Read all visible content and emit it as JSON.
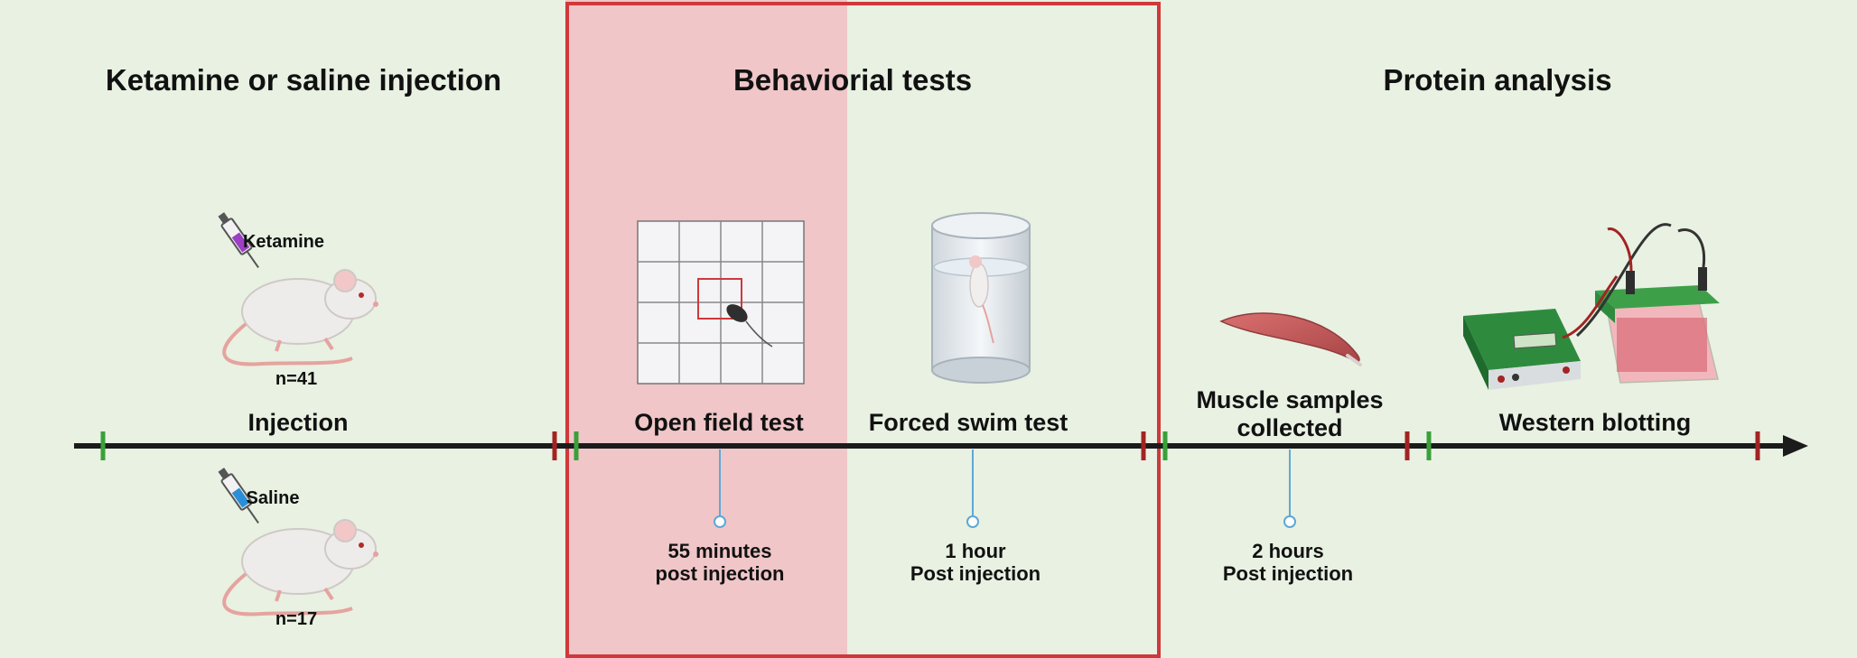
{
  "sections": [
    {
      "title": "Ketamine or saline injection"
    },
    {
      "title": "Behaviorial tests"
    },
    {
      "title": "Protein analysis"
    }
  ],
  "groups": {
    "ketamine": {
      "drug": "Ketamine",
      "n": "n=41"
    },
    "saline": {
      "drug": "Saline",
      "n": "n=17"
    }
  },
  "timeline": {
    "injection": "Injection",
    "open_field": "Open field test",
    "forced_swim": "Forced swim test",
    "muscle": {
      "line1": "Muscle samples",
      "line2": "collected"
    },
    "western": "Western blotting"
  },
  "times": {
    "t1": {
      "line1": "55 minutes",
      "line2": "post injection"
    },
    "t2": {
      "line1": "1 hour",
      "line2": "Post injection"
    },
    "t3": {
      "line1": "2 hours",
      "line2": "Post injection"
    }
  },
  "colors": {
    "panel_green": "#e8f1e2",
    "panel_pink": "#f0c6c8",
    "frame_red": "#d0383b",
    "timeline": "#1b1b1b",
    "tick_green": "#3aa03a",
    "tick_red": "#a32323",
    "marker_blue": "#5ea8d8",
    "muscle": "#c4585a",
    "device_green": "#2e8b3e"
  },
  "icons": [
    "syringe-icon",
    "mouse-icon",
    "open-field-grid-icon",
    "swim-cylinder-icon",
    "muscle-icon",
    "power-supply-icon",
    "blotting-tank-icon"
  ]
}
